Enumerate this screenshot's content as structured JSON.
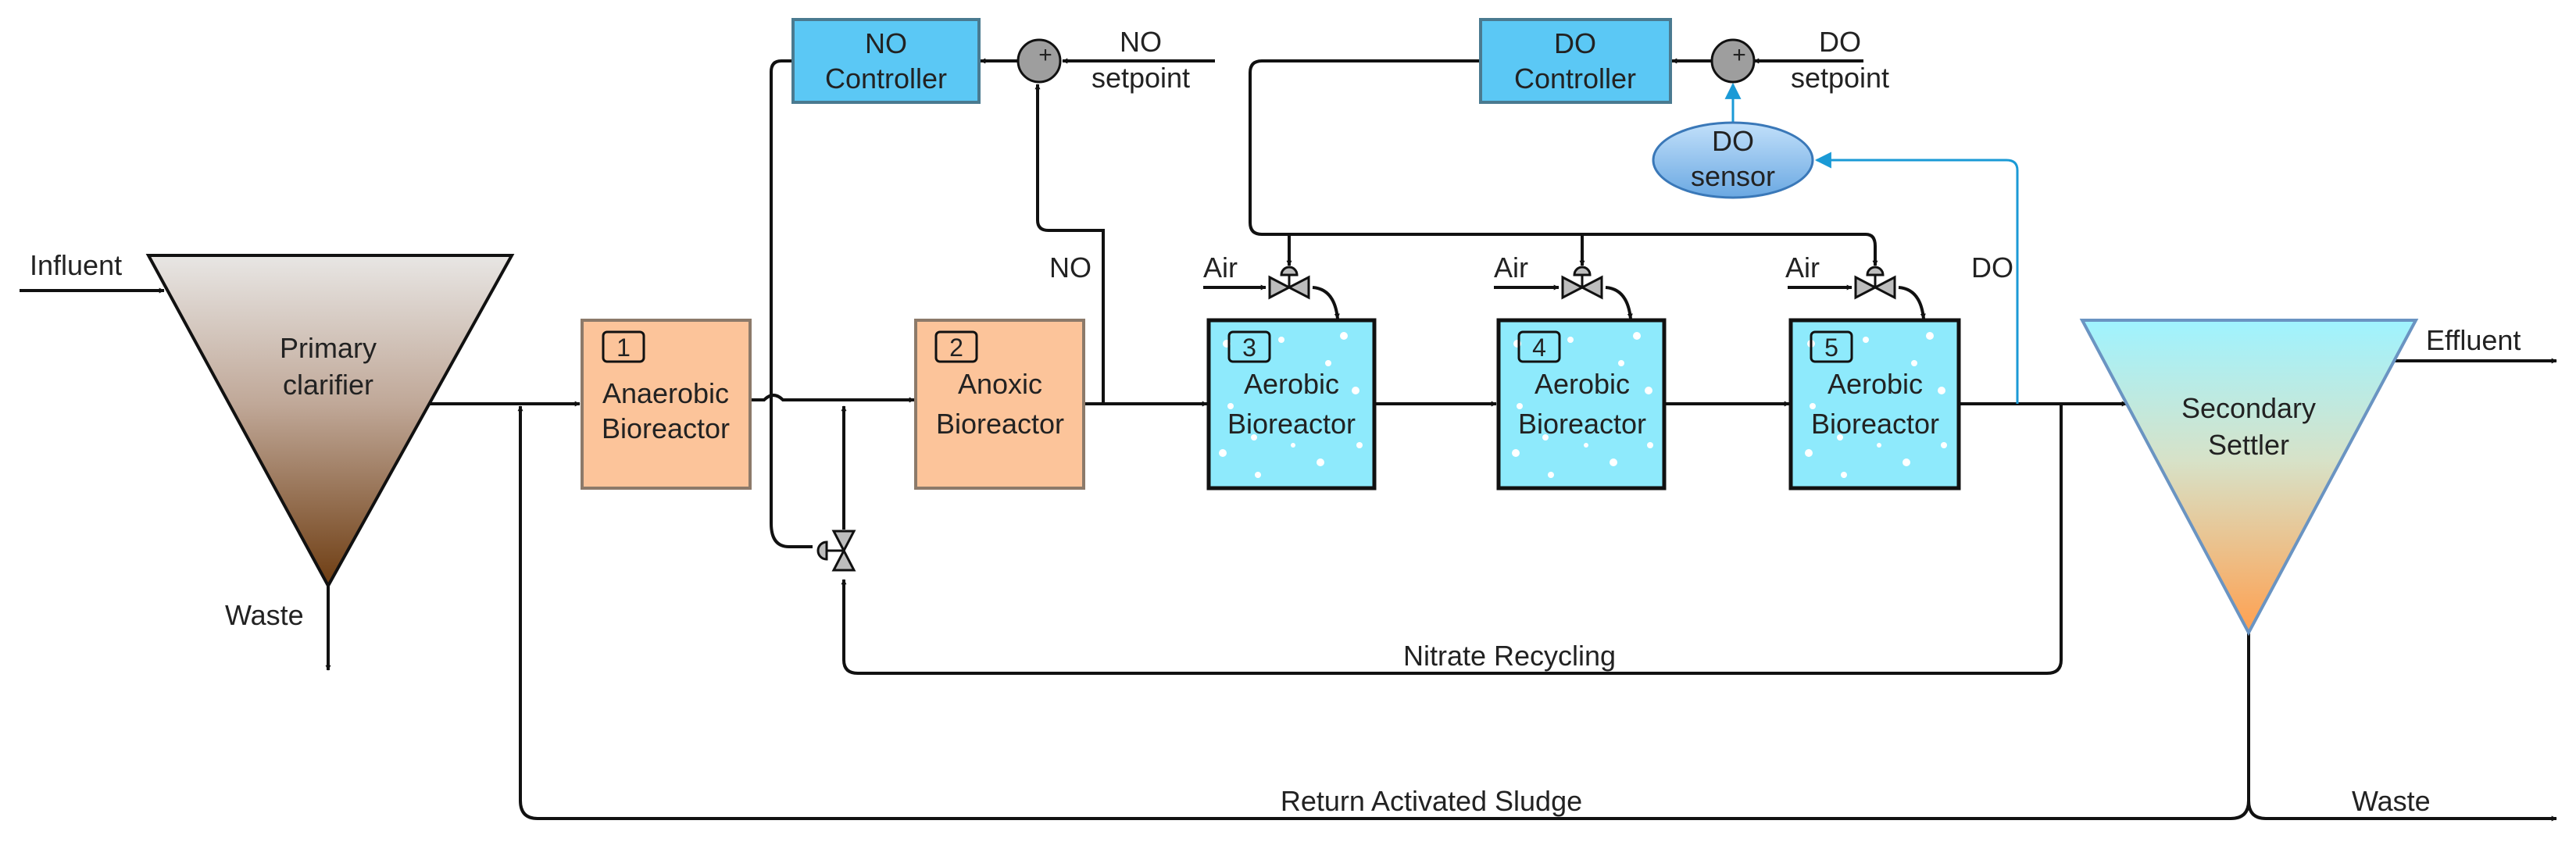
{
  "labels": {
    "influent": "Influent",
    "primary_clarifier_line1": "Primary",
    "primary_clarifier_line2": "clarifier",
    "waste_primary": "Waste",
    "return_sludge": "Return Activated Sludge",
    "waste_secondary": "Waste",
    "effluent": "Effluent",
    "secondary_line1": "Secondary",
    "secondary_line2": "Settler",
    "nitrate_recycling": "Nitrate Recycling",
    "no_signal": "NO",
    "do_signal": "DO",
    "no_setpoint_line1": "NO",
    "no_setpoint_line2": "setpoint",
    "do_setpoint_line1": "DO",
    "do_setpoint_line2": "setpoint",
    "sum_symbol": "+"
  },
  "controllers": {
    "no": {
      "line1": "NO",
      "line2": "Controller"
    },
    "do": {
      "line1": "DO",
      "line2": "Controller"
    }
  },
  "sensor": {
    "line1": "DO",
    "line2": "sensor"
  },
  "air_label": "Air",
  "units": [
    {
      "num": "1",
      "line1": "Anaerobic",
      "line2": "Bioreactor"
    },
    {
      "num": "2",
      "line1": "Anoxic",
      "line2": "Bioreactor"
    },
    {
      "num": "3",
      "line1": "Aerobic",
      "line2": "Bioreactor"
    },
    {
      "num": "4",
      "line1": "Aerobic",
      "line2": "Bioreactor"
    },
    {
      "num": "5",
      "line1": "Aerobic",
      "line2": "Bioreactor"
    }
  ],
  "colors": {
    "orange_fill": "#fcc49a",
    "orange_stroke": "#8c7a6a",
    "aerobic_fill": "#8eeafc",
    "controller_fill": "#5bc8f5",
    "controller_stroke": "#4a7a90",
    "sensor_fill": "#8ec2ee",
    "signal_blue": "#1a9ad6",
    "line": "#111111"
  }
}
